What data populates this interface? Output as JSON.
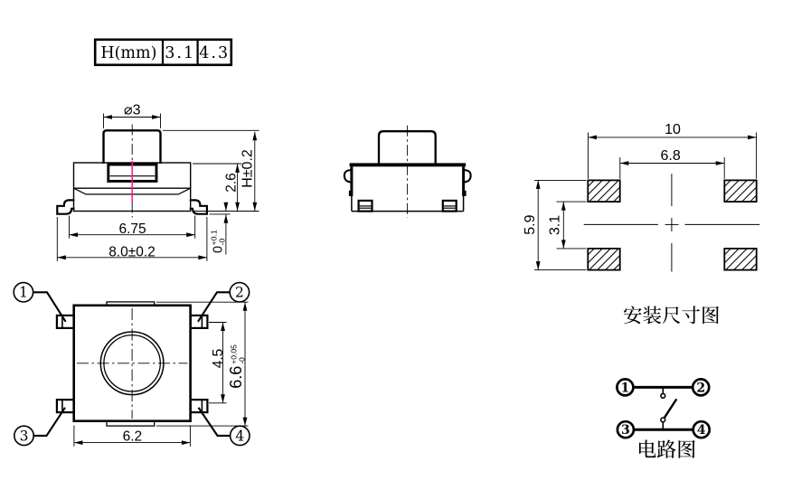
{
  "drawing_title": "tactile switch engineering drawing",
  "height_table": {
    "header": "H(mm)",
    "values": [
      "3.1",
      "4.3"
    ]
  },
  "front_view": {
    "dim_stem_diameter": "⌀3",
    "dim_contact_width": "6.75",
    "dim_overall_width": "8.0±0.2",
    "dim_body_height": "2.6",
    "dim_overall_height": "H±0.2",
    "dim_standoff": "0",
    "dim_standoff_tol_plus": "+0.1",
    "dim_standoff_tol_minus": "-0"
  },
  "mounting_view": {
    "caption": "安装尺寸图",
    "dim_pad_outer_width": "10",
    "dim_pad_inner_width": "6.8",
    "dim_pad_outer_height": "5.9",
    "dim_pad_inner_height": "3.1"
  },
  "top_view": {
    "dim_body_width": "6.2",
    "dim_terminal_span": "4.5",
    "dim_body_height": "6.6",
    "dim_body_height_tol_plus": "+0.05",
    "dim_body_height_tol_minus": "-0",
    "pin_labels": [
      "1",
      "2",
      "3",
      "4"
    ]
  },
  "circuit_view": {
    "caption": "电路图",
    "pin_labels": [
      "1",
      "2",
      "3",
      "4"
    ]
  },
  "colors": {
    "ink": "#000000",
    "centerline_accent": "#ff1493",
    "background": "#ffffff"
  }
}
